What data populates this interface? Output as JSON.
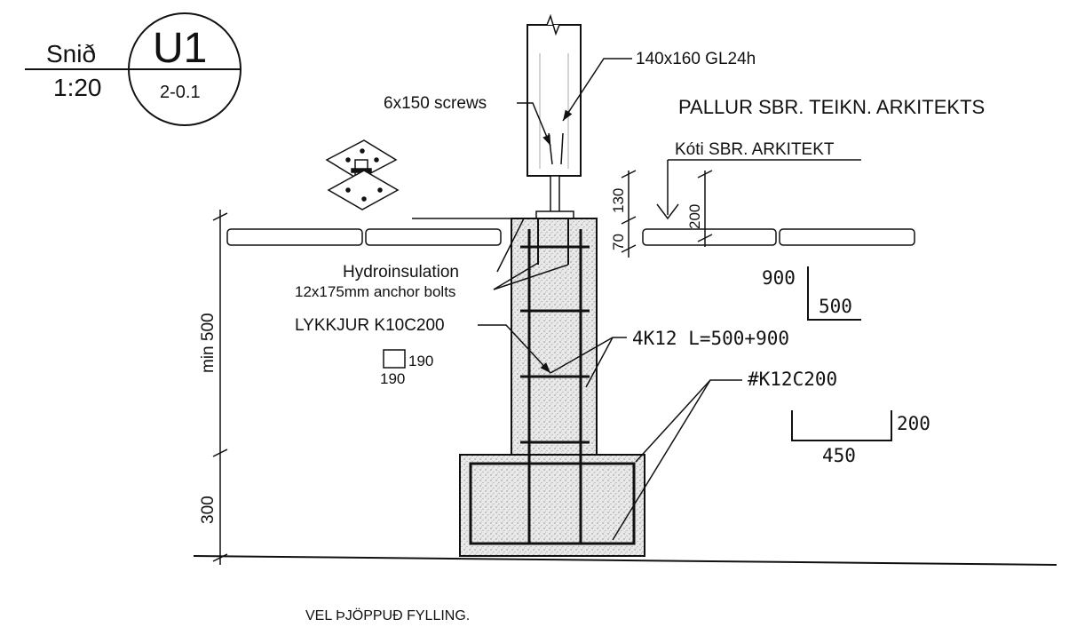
{
  "title_block": {
    "section_word": "Snið",
    "scale": "1:20",
    "detail_id": "U1",
    "sheet_ref": "2-0.1"
  },
  "labels": {
    "column": "140x160 GL24h",
    "screws": "6x150 screws",
    "deck_note": "PALLUR SBR. TEIKN. ARKITEKTS",
    "level_note": "Kóti SBR. ARKITEKT",
    "hydroinsulation": "Hydroinsulation",
    "anchor_bolts": "12x175mm anchor bolts",
    "stirrups": "LYKKJUR K10C200",
    "main_bars": "4K12  L=500+900",
    "mesh": "#K12C200",
    "fill_note": "VEL ÞJÖPPUÐ FYLLING."
  },
  "dimensions": {
    "dim_70": "70",
    "dim_130": "130",
    "dim_200": "200",
    "min_500": "min 500",
    "dim_300": "300",
    "bar_900": "900",
    "bar_500": "500",
    "col_190_a": "190",
    "col_190_b": "190",
    "mesh_200": "200",
    "mesh_450": "450"
  }
}
